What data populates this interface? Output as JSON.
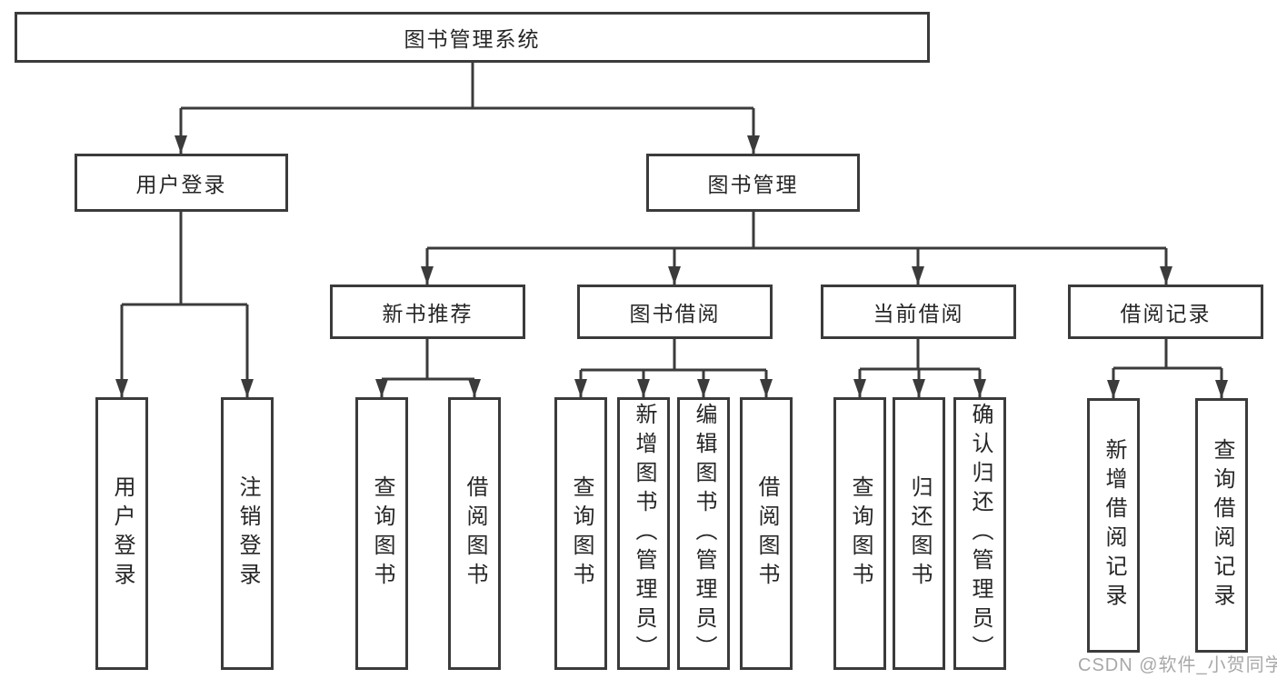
{
  "tree": {
    "root": {
      "label": "图书管理系统"
    },
    "branches": [
      {
        "label": "用户登录",
        "children": [
          {
            "label": "用户登录"
          },
          {
            "label": "注销登录"
          }
        ]
      },
      {
        "label": "图书管理",
        "children": [
          {
            "label": "新书推荐",
            "children": [
              {
                "label": "查询图书"
              },
              {
                "label": "借阅图书"
              }
            ]
          },
          {
            "label": "图书借阅",
            "children": [
              {
                "label": "查询图书"
              },
              {
                "label": "新增图书（管理员）"
              },
              {
                "label": "编辑图书（管理员）"
              },
              {
                "label": "借阅图书"
              }
            ]
          },
          {
            "label": "当前借阅",
            "children": [
              {
                "label": "查询图书"
              },
              {
                "label": "归还图书"
              },
              {
                "label": "确认归还（管理员）"
              }
            ]
          },
          {
            "label": "借阅记录",
            "children": [
              {
                "label": "新增借阅记录"
              },
              {
                "label": "查询借阅记录"
              }
            ]
          }
        ]
      }
    ]
  },
  "watermark": {
    "label": "CSDN @软件_小贺同学"
  },
  "colors": {
    "line": "#3b3b3b",
    "box_border": "#3b3b3b",
    "text": "#262626",
    "background": "#ffffff",
    "watermark": "#a8a8a8"
  }
}
